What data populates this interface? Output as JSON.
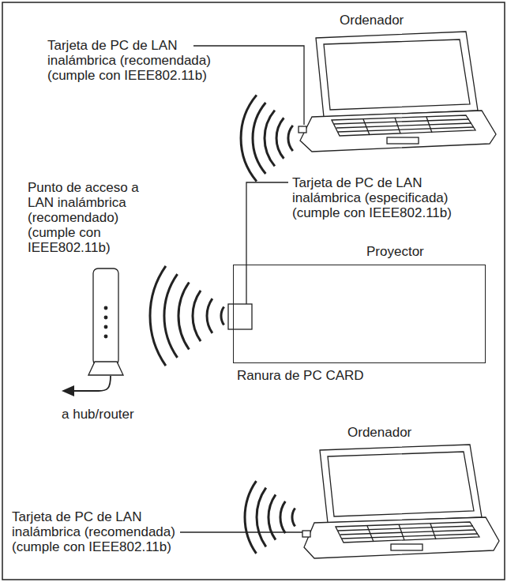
{
  "diagram": {
    "nodes": [
      {
        "text": [
          "Proyector"
        ]
      }
    ],
    "labels": [
      "Ordenador",
      "Tarjeta de PC de LAN inalámbrica (recomendada) (cumple con IEEE802.11b)",
      "Punto de acceso a LAN inalámbrica (recomendado) (cumple con IEEE802.11b)",
      "Tarjeta de PC de LAN inalámbrica (especificada) (cumple con IEEE802.11b)",
      "Ranura de PC CARD",
      "a hub/router",
      "Ordenador",
      "Tarjeta de PC de LAN inalámbrica (recomendada) (cumple con IEEE802.11b)"
    ]
  }
}
